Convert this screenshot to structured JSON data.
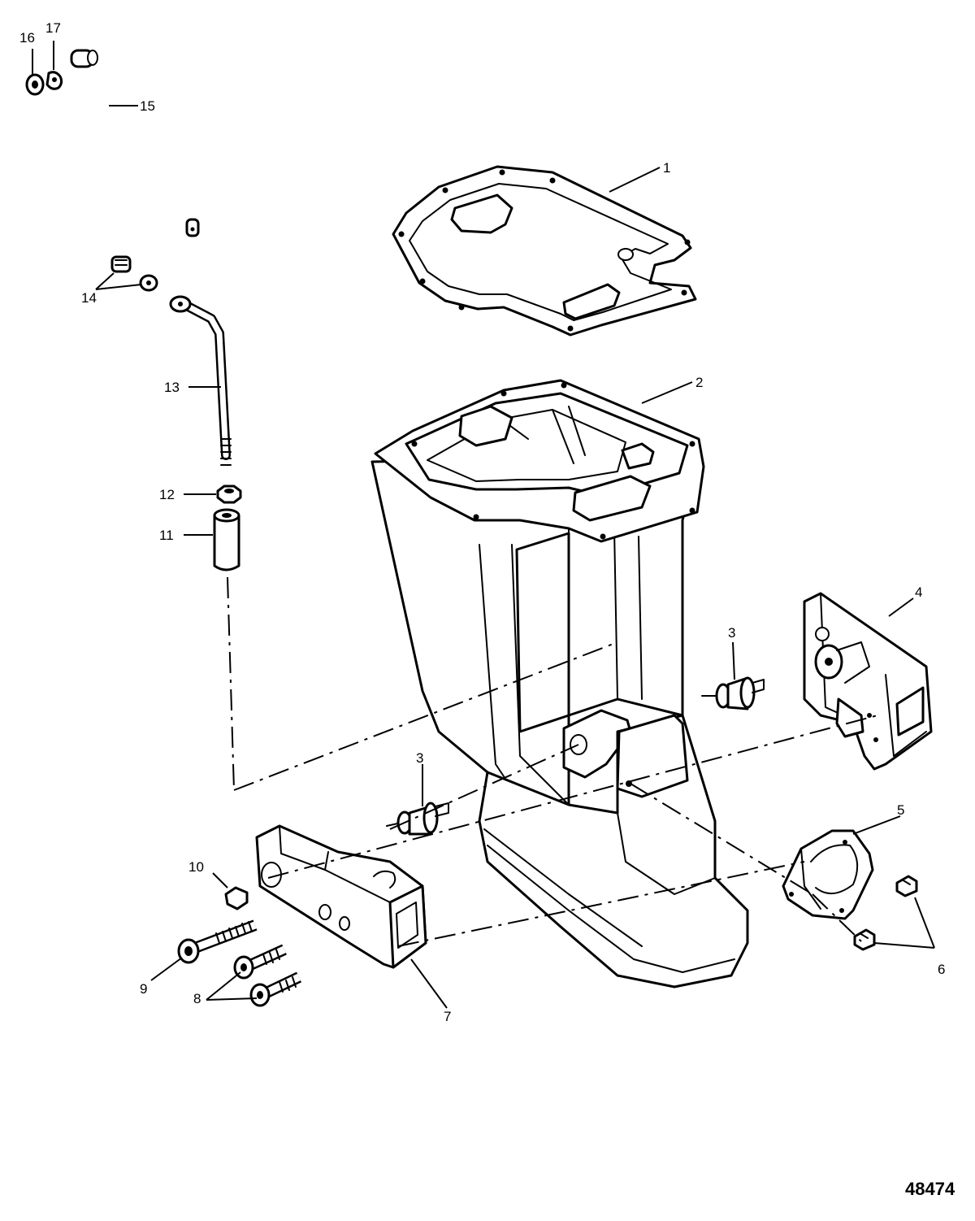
{
  "diagram": {
    "callouts": [
      {
        "id": "1",
        "text": "1"
      },
      {
        "id": "2",
        "text": "2"
      },
      {
        "id": "3a",
        "text": "3"
      },
      {
        "id": "3b",
        "text": "3"
      },
      {
        "id": "4",
        "text": "4"
      },
      {
        "id": "5",
        "text": "5"
      },
      {
        "id": "6",
        "text": "6"
      },
      {
        "id": "7",
        "text": "7"
      },
      {
        "id": "8",
        "text": "8"
      },
      {
        "id": "9",
        "text": "9"
      },
      {
        "id": "10",
        "text": "10"
      },
      {
        "id": "11",
        "text": "11"
      },
      {
        "id": "12",
        "text": "12"
      },
      {
        "id": "13",
        "text": "13"
      },
      {
        "id": "14",
        "text": "14"
      },
      {
        "id": "15",
        "text": "15"
      },
      {
        "id": "16",
        "text": "16"
      },
      {
        "id": "17",
        "text": "17"
      }
    ],
    "drawing_number": "48474",
    "colors": {
      "line": "#000000",
      "background": "#ffffff"
    }
  }
}
